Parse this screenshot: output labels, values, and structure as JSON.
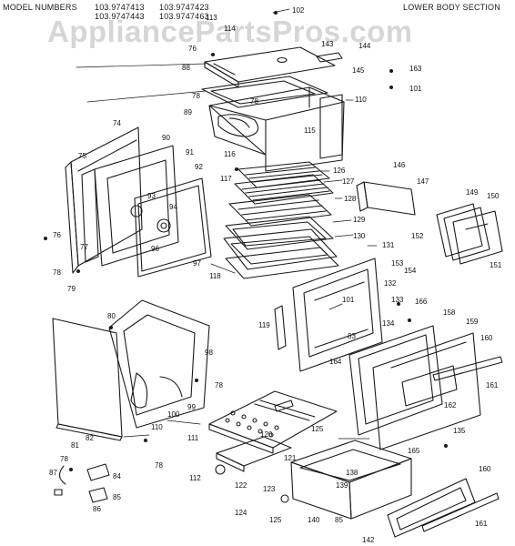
{
  "header": {
    "model_label": "MODEL NUMBERS",
    "models": [
      "103.9747413",
      "103.9747423",
      "103.9747443",
      "103.9747463"
    ],
    "section": "LOWER BODY SECTION"
  },
  "watermark": "AppliancePartsPros.com",
  "callouts": [
    "102",
    "113",
    "114",
    "143",
    "144",
    "76",
    "88",
    "145",
    "163",
    "101",
    "78",
    "78",
    "110",
    "89",
    "74",
    "115",
    "75",
    "90",
    "91",
    "92",
    "116",
    "126",
    "117",
    "127",
    "146",
    "147",
    "128",
    "93",
    "94",
    "129",
    "149",
    "150",
    "130",
    "76",
    "77",
    "96",
    "97",
    "78",
    "79",
    "118",
    "131",
    "152",
    "153",
    "154",
    "151",
    "132",
    "101",
    "133",
    "166",
    "119",
    "134",
    "158",
    "159",
    "83",
    "160",
    "80",
    "98",
    "164",
    "78",
    "161",
    "99",
    "162",
    "100",
    "110",
    "120",
    "125",
    "111",
    "82",
    "135",
    "78",
    "121",
    "165",
    "81",
    "78",
    "87",
    "84",
    "112",
    "122",
    "123",
    "138",
    "139",
    "160",
    "85",
    "86",
    "124",
    "125",
    "140",
    "85",
    "142",
    "161"
  ]
}
